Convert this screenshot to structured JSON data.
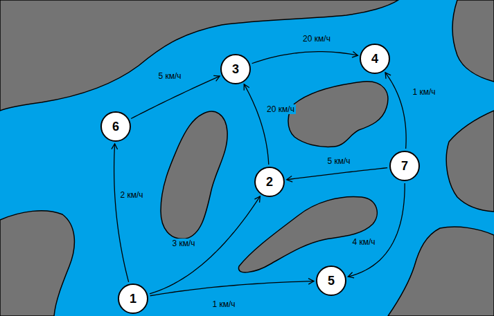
{
  "diagram": {
    "nodes": [
      {
        "text": [
          "1"
        ]
      },
      {
        "text": [
          "2"
        ]
      },
      {
        "text": [
          "3"
        ]
      },
      {
        "text": [
          "4"
        ]
      },
      {
        "text": [
          "5"
        ]
      },
      {
        "text": [
          "6"
        ]
      },
      {
        "text": [
          "7"
        ]
      }
    ],
    "edges": [
      {
        "from": 0,
        "to": 5,
        "arrow": "to",
        "label": "2 км/ч"
      },
      {
        "from": 0,
        "to": 1,
        "arrow": "to",
        "label": "3 км/ч"
      },
      {
        "from": 0,
        "to": 4,
        "arrow": "to",
        "label": "1 км/ч"
      },
      {
        "from": 5,
        "to": 2,
        "arrow": "to",
        "label": "5 км/ч"
      },
      {
        "from": 1,
        "to": 2,
        "arrow": "to",
        "label": "20 км/ч"
      },
      {
        "from": 2,
        "to": 3,
        "arrow": "to",
        "label": "20 км/ч"
      },
      {
        "from": 6,
        "to": 1,
        "arrow": "to",
        "label": "5 км/ч"
      },
      {
        "from": 6,
        "to": 3,
        "arrow": "to",
        "label": "1 км/ч"
      },
      {
        "from": 6,
        "to": 4,
        "arrow": "to",
        "label": "4 км/ч"
      }
    ]
  }
}
